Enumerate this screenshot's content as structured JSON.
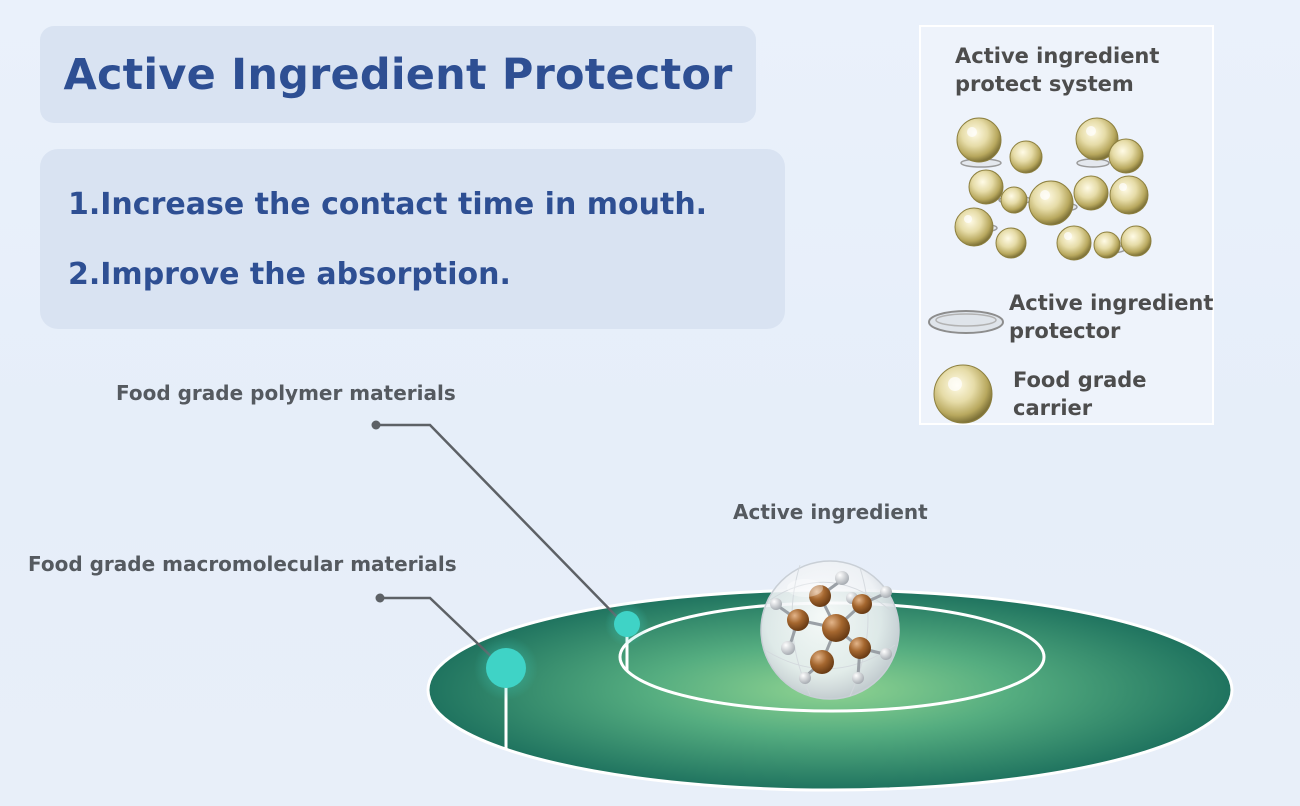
{
  "title": "Active Ingredient Protector",
  "points": [
    "1.Increase the contact time in mouth.",
    "2.Improve the absorption."
  ],
  "legend": {
    "title": "Active ingredient protect system",
    "items": [
      {
        "icon": "protector-disc-icon",
        "label": "Active ingredient protector"
      },
      {
        "icon": "carrier-sphere-icon",
        "label": "Food grade carrier"
      }
    ]
  },
  "diagram": {
    "labels": {
      "polymer": "Food grade polymer materials",
      "macromolecular": "Food grade macromolecular materials",
      "active": "Active ingredient"
    }
  },
  "colors": {
    "title_text": "#2e4f93",
    "panel_bg": "#d9e3f2",
    "disc_dark": "#21765f",
    "disc_light": "#83c98d",
    "marker": "#3fd3c6",
    "atom": "#9a5b28"
  }
}
